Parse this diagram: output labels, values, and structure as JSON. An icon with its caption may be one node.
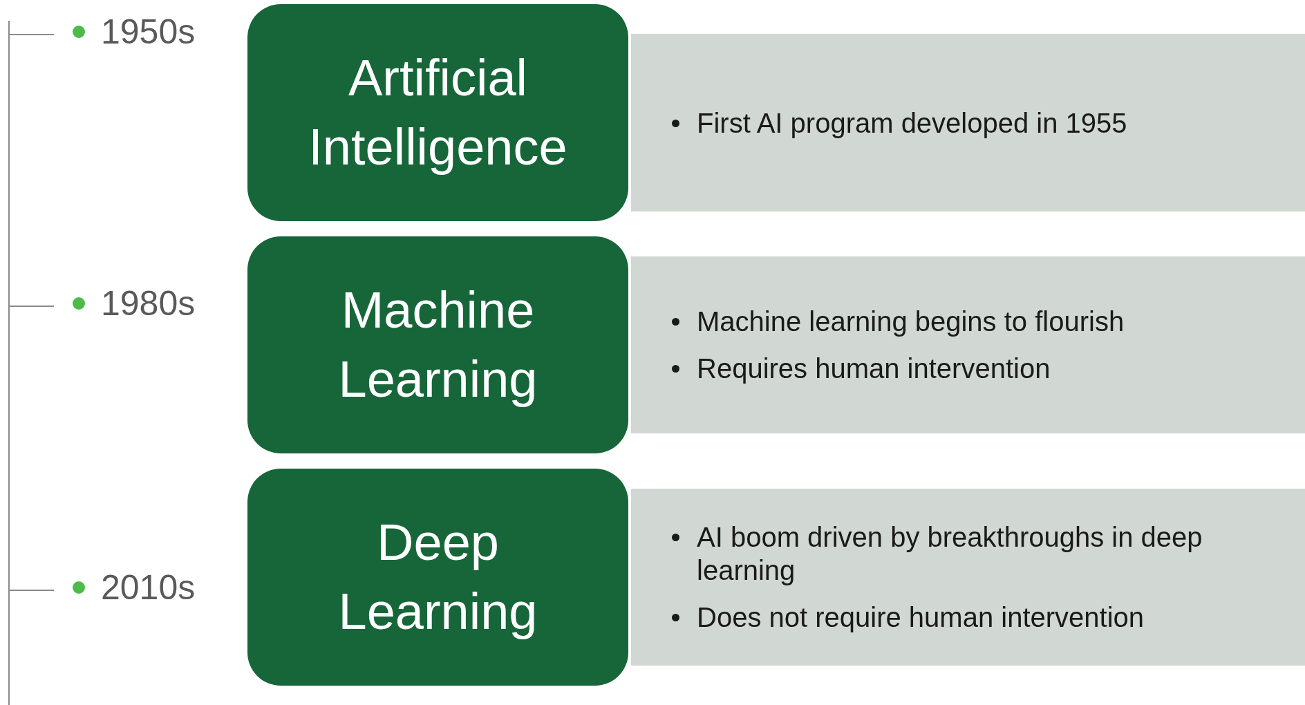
{
  "diagram": {
    "nodes": [
      {
        "text": [
          "Artificial Intelligence"
        ]
      },
      {
        "text": [
          "First AI program developed in 1955"
        ]
      },
      {
        "text": [
          "Machine Learning"
        ]
      },
      {
        "text": [
          "Machine learning begins to flourish",
          "Requires human intervention"
        ]
      },
      {
        "text": [
          "Deep Learning"
        ]
      },
      {
        "text": [
          "AI boom driven by breakthroughs in deep learning",
          "Does not require human intervention"
        ]
      }
    ],
    "labels": [
      "1950s",
      "1980s",
      "2010s"
    ]
  }
}
